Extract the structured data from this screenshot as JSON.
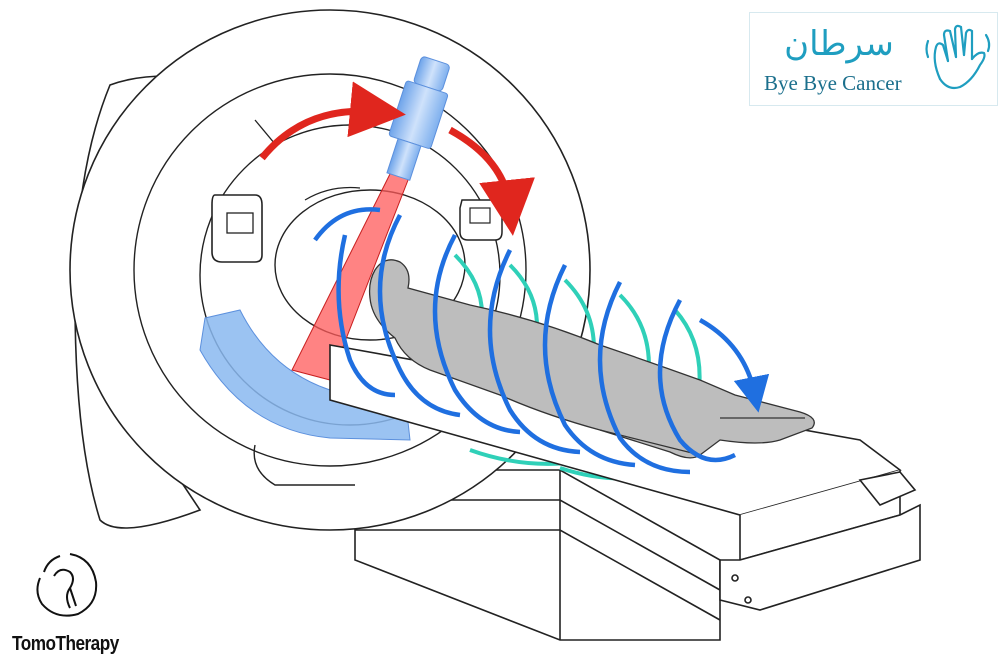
{
  "logo": {
    "arabic_text": "سرطان",
    "caption": "Bye Bye Cancer",
    "hand_icon": "waving-hand-icon",
    "color": "#1f9ec0"
  },
  "brand": {
    "name": "TomoTherapy",
    "mark_icon": "tomotherapy-emblem-icon"
  },
  "diagram": {
    "subject": "helical tomotherapy gantry with patient on couch",
    "colors": {
      "outline": "#222222",
      "rotation_arrow": "#e0261e",
      "radiation_beam": "#ff3b3b",
      "linac_head": "#8ab8f0",
      "detector": "#8ab8f0",
      "helix_front": "#1f6fe0",
      "helix_back": "#2fd0b8",
      "patient": "#bdbdbd"
    }
  }
}
